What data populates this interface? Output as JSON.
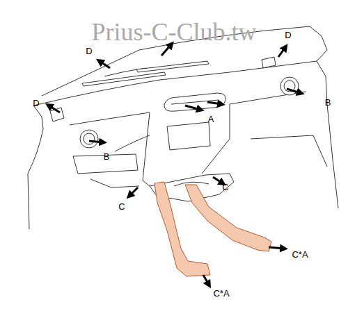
{
  "diagram": {
    "labels": [
      "Prius-C-Club.tw",
      "D",
      "D",
      "D",
      "B",
      "A",
      "B",
      "C",
      "C",
      "C*A",
      "C*A"
    ]
  }
}
